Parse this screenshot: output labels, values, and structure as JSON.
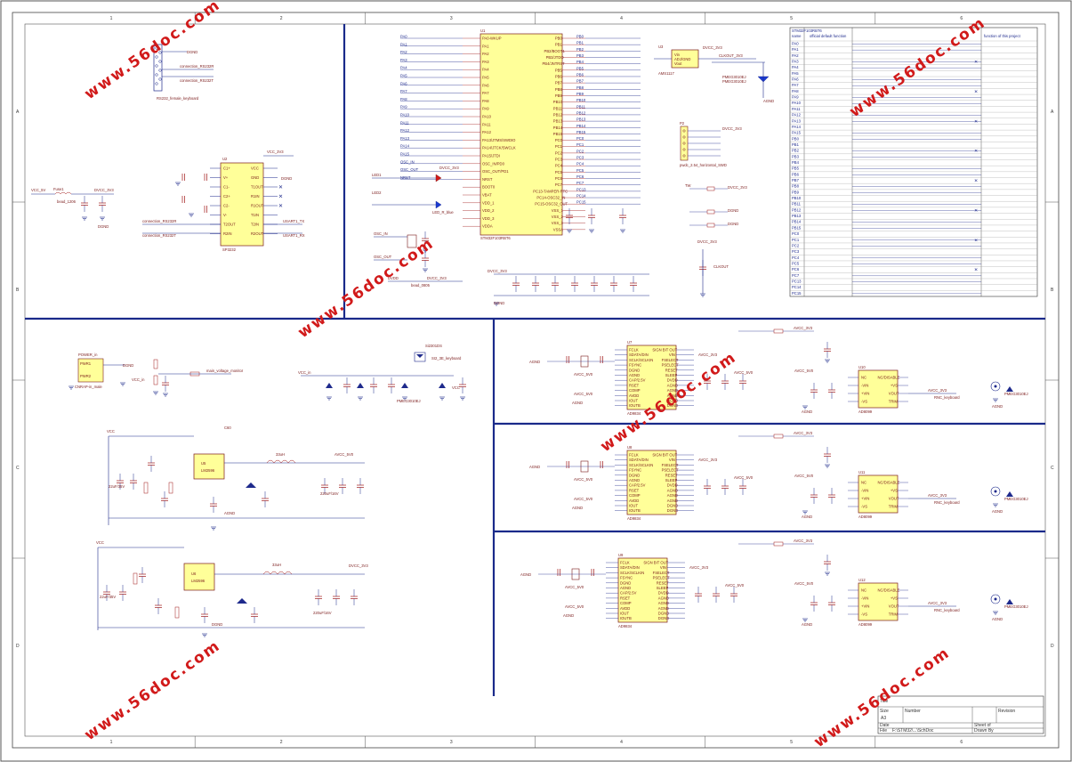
{
  "watermark": "www.56doc.com",
  "mcu": {
    "ref": "U1",
    "part": "STM32F103RBT6",
    "left_pins": [
      "PA0-WKUP",
      "PA1",
      "PA2",
      "PA3",
      "PA4",
      "PA5",
      "PA6",
      "PA7",
      "PA8",
      "PA9",
      "PA10",
      "PA11",
      "PA12",
      "PA13/JTMS/SWDIO",
      "PA14/JTCK/SWCLK",
      "PA15/JTDI",
      "OSC_IN/PD0",
      "OSC_OUT/PD1",
      "NRST",
      "BOOT0",
      "VBAT",
      "VDD_1",
      "VDD_2",
      "VDD_3",
      "VDDA"
    ],
    "right_pins": [
      "PB0",
      "PB1",
      "PB2/BOOT1",
      "PB3/JTDO",
      "PB4/JNTRST",
      "PB5",
      "PB6",
      "PB7",
      "PB8",
      "PB9",
      "PB10",
      "PB11",
      "PB12",
      "PB13",
      "PB14",
      "PB15",
      "PC0",
      "PC1",
      "PC2",
      "PC3",
      "PC4",
      "PC5",
      "PC6",
      "PC7",
      "PC13-TAMPER-RTC",
      "PC14-OSC32_IN",
      "PC15-OSC32_OUT",
      "VSS_1",
      "VSS_2",
      "VSS_3",
      "VSSA"
    ]
  },
  "top_left": {
    "connector": "RS232_female_keyboard",
    "net1": "connection_RS232R",
    "net2": "connection_RS232T",
    "ref": "U2",
    "part": "SP3232",
    "supply": "VCC_3V3",
    "fuse": "Fuse1",
    "fuse_part": "bead_1206"
  },
  "top_mid": {
    "reg_ref": "U3",
    "reg_part": "AMS1117",
    "reg_pins": [
      "Vin",
      "ADJ/GND",
      "Vout"
    ],
    "jtag_ref": "P2",
    "jtag_label": "pwdc_2.54_horizontal_SWD",
    "nets": [
      "DVCC_3V3",
      "DGND",
      "OSC_IN",
      "OSC_OUT",
      "NRST",
      "BOOT0",
      "LED_R_blue",
      "DVDD",
      "DVCC_3V3",
      "CLKOUT"
    ]
  },
  "pin_table": {
    "title": "STM32F103RBT6",
    "headers": [
      "name",
      "official default function",
      "function of this project"
    ],
    "rows": [
      "PA0",
      "PA1",
      "PA2",
      "PA3",
      "PA4",
      "PA5",
      "PA6",
      "PA7",
      "PA8",
      "PA9",
      "PA10",
      "PA11",
      "PA12",
      "PA13",
      "PA14",
      "PA15",
      "PB0",
      "PB1",
      "PB2",
      "PB3",
      "PB4",
      "PB5",
      "PB6",
      "PB7",
      "PB8",
      "PB9",
      "PB10",
      "PB11",
      "PB12",
      "PB13",
      "PB14",
      "PB15",
      "PC0",
      "PC1",
      "PC2",
      "PC3",
      "PC4",
      "PC5",
      "PC6",
      "PC7",
      "PC13",
      "PC14",
      "PC15"
    ]
  },
  "power": {
    "jack": "POWER_in",
    "jack_part": "CNRAP-in_male",
    "sense": "main_voltage_monitor",
    "mos": "SI2_3E_keyboard",
    "diode": "PMEG3010EJ",
    "buck1_ref": "U5",
    "buck1_part": "LM2596",
    "buck1_out": "AVCC_5V0",
    "buck2_ref": "U6",
    "buck2_part": "LM2596",
    "buck2_out": "DVCC_3V3",
    "inductor": "33uH",
    "cap": "220uF/16V"
  },
  "dds": [
    {
      "ref": "U7",
      "part": "AD9834",
      "buffer_ref": "U10",
      "buffer_part": "AD8099",
      "out_label": "RNC_keyboard",
      "out_net": "AVCC_3V3"
    },
    {
      "ref": "U8",
      "part": "AD9834",
      "buffer_ref": "U11",
      "buffer_part": "AD8099",
      "out_label": "RNC_keyboard",
      "out_net": "AVCC_3V3"
    },
    {
      "ref": "U9",
      "part": "AD9834",
      "buffer_ref": "U12",
      "buffer_part": "AD8099",
      "out_label": "RNC_keyboard",
      "out_net": "AVCC_3V3"
    }
  ],
  "dds_pins_left": [
    "FCLK",
    "SDATA/DIN",
    "SCLK/SCLKIN",
    "FSYNC",
    "DGND",
    "AGND",
    "CAP/2.5V",
    "RSET",
    "COMP",
    "AVDD",
    "IOUT",
    "IOUTB"
  ],
  "dds_pins_right": [
    "SIGN BIT OUT",
    "VIN",
    "FSELECT",
    "PSELECT",
    "RESET",
    "SLEEP",
    "DVDD",
    "AGND",
    "AGND",
    "AGND",
    "DGND",
    "DGND"
  ],
  "title_block": {
    "labels": [
      "Title",
      "Size",
      "Number",
      "Revision",
      "A3",
      "Date",
      "File",
      "Sheet  of",
      "Drawn By"
    ],
    "file": "F:\\STM32\\...\\SchDoc"
  },
  "border_cols": [
    "1",
    "2",
    "3",
    "4",
    "5",
    "6"
  ],
  "border_rows": [
    "A",
    "B",
    "C",
    "D"
  ]
}
